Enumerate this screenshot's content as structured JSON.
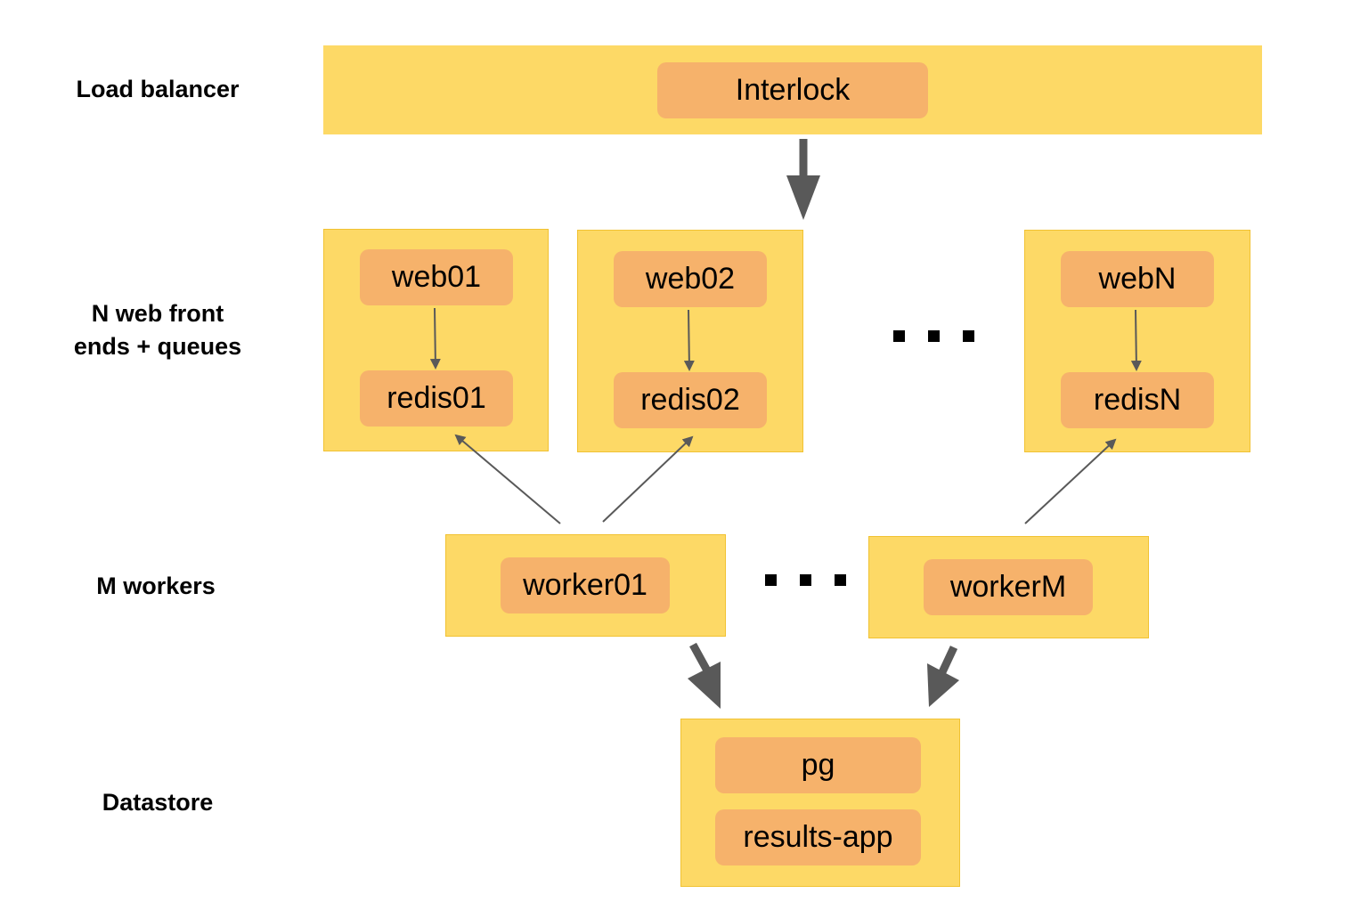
{
  "rows": {
    "load_balancer": "Load balancer",
    "web_front_ends": "N web front\nends + queues",
    "workers": "M workers",
    "datastore": "Datastore"
  },
  "nodes": {
    "interlock": "Interlock",
    "web01": "web01",
    "redis01": "redis01",
    "web02": "web02",
    "redis02": "redis02",
    "webN": "webN",
    "redisN": "redisN",
    "worker01": "worker01",
    "workerM": "workerM",
    "pg": "pg",
    "results_app": "results-app"
  },
  "colors": {
    "group_fill": "#fdd966",
    "group_border": "#f1c232",
    "node_fill": "#f6b26b",
    "arrow": "#595959"
  }
}
